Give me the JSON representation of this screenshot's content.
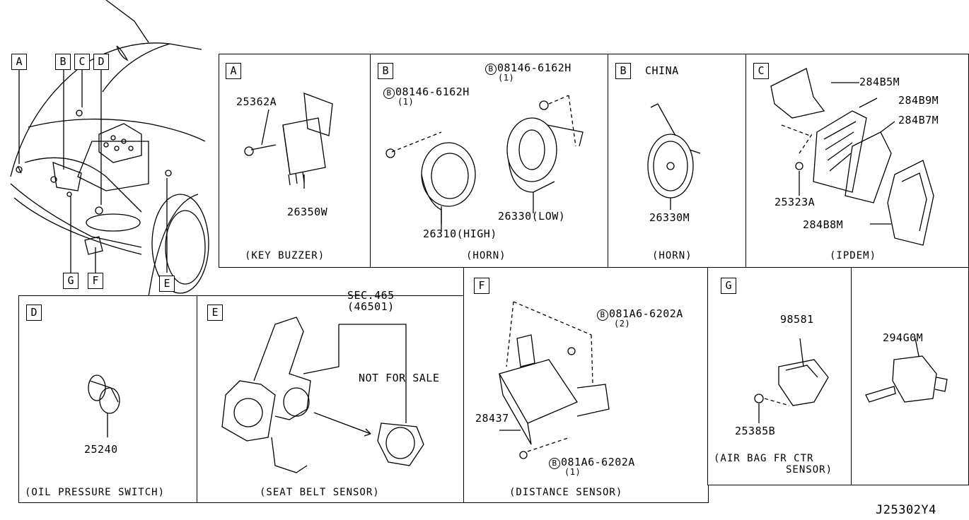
{
  "overview": {
    "markers": [
      "A",
      "B",
      "C",
      "D",
      "G",
      "F",
      "E"
    ]
  },
  "panels": {
    "A": {
      "letter": "A",
      "parts": [
        "25362A",
        "26350W"
      ],
      "caption": "(KEY BUZZER)"
    },
    "B1": {
      "letter": "B",
      "bolt1": {
        "circle": "B",
        "code": "08146-6162H",
        "qty": "(1)"
      },
      "bolt2": {
        "circle": "B",
        "code": "08146-6162H",
        "qty": "(1)"
      },
      "parts": [
        "26310(HIGH)",
        "26330(LOW)"
      ],
      "caption": "(HORN)"
    },
    "B2": {
      "letter": "B",
      "note": "CHINA",
      "parts": [
        "26330M"
      ],
      "caption": "(HORN)"
    },
    "C": {
      "letter": "C",
      "parts": [
        "284B5M",
        "284B9M",
        "284B7M",
        "25323A",
        "284B8M"
      ],
      "caption": "(IPDEM)"
    },
    "D": {
      "letter": "D",
      "parts": [
        "25240"
      ],
      "caption": "(OIL PRESSURE SWITCH)"
    },
    "E": {
      "letter": "E",
      "sec": "SEC.465",
      "sec_ref": "(46501)",
      "note": "NOT FOR SALE",
      "caption": "(SEAT BELT SENSOR)"
    },
    "F": {
      "letter": "F",
      "bolt1": {
        "circle": "B",
        "code": "081A6-6202A",
        "qty": "(2)"
      },
      "bolt2": {
        "circle": "B",
        "code": "081A6-6202A",
        "qty": "(1)"
      },
      "parts": [
        "28437"
      ],
      "caption": "(DISTANCE SENSOR)"
    },
    "G": {
      "letter": "G",
      "parts": [
        "98581",
        "25385B"
      ],
      "caption_line1": "(AIR BAG FR CTR",
      "caption_line2": "SENSOR)"
    },
    "H": {
      "parts": [
        "294G0M"
      ]
    }
  },
  "diagram_code": "J25302Y4"
}
